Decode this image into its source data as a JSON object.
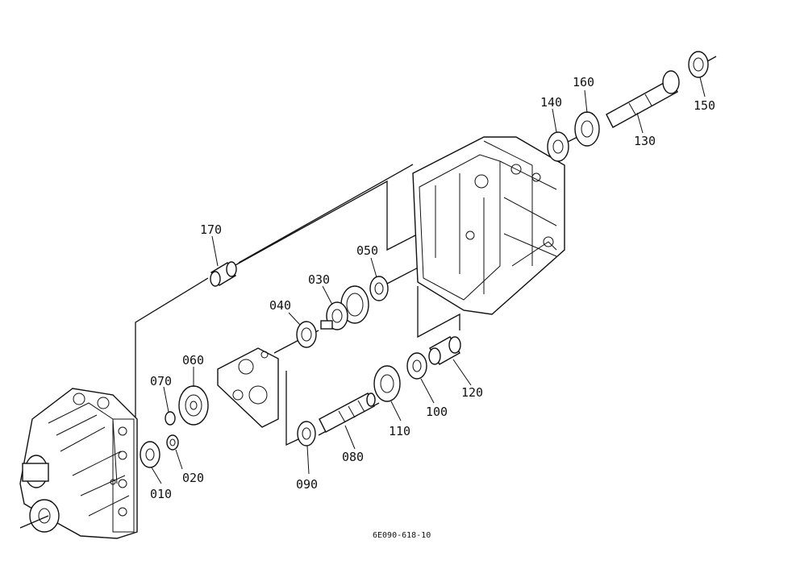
{
  "drawing_code": "6E090-618-10",
  "labels": [
    "010",
    "020",
    "030",
    "040",
    "050",
    "060",
    "070",
    "080",
    "090",
    "100",
    "110",
    "120",
    "130",
    "140",
    "150",
    "160",
    "170"
  ]
}
